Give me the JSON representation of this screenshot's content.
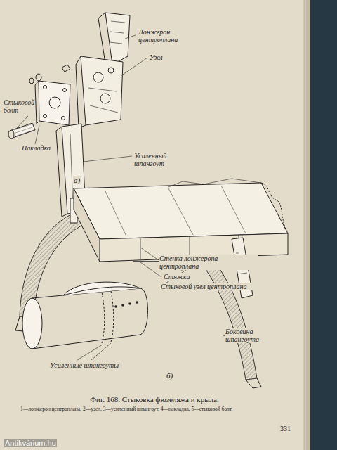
{
  "diagram": {
    "caption": "Фиг. 168. Стыковка фюзеляжа и крыла.",
    "labels": [
      "Лонжерон центроплана",
      "Узел",
      "Стыковой болт",
      "Накладка",
      "Усиленный шпангоут",
      "а)",
      "Стенка лонжерона центроплана",
      "Стяжка",
      "Стыковой узел центроплана",
      "Усиленные шпангоуты",
      "Боковина шпангоута",
      "б)",
      "1—лонжерон центроплана, 2—узел, 3—усиленный шпангоут, 4—накладка, 5—стыковой болт.",
      "331",
      "Antikvárium.hu"
    ]
  }
}
